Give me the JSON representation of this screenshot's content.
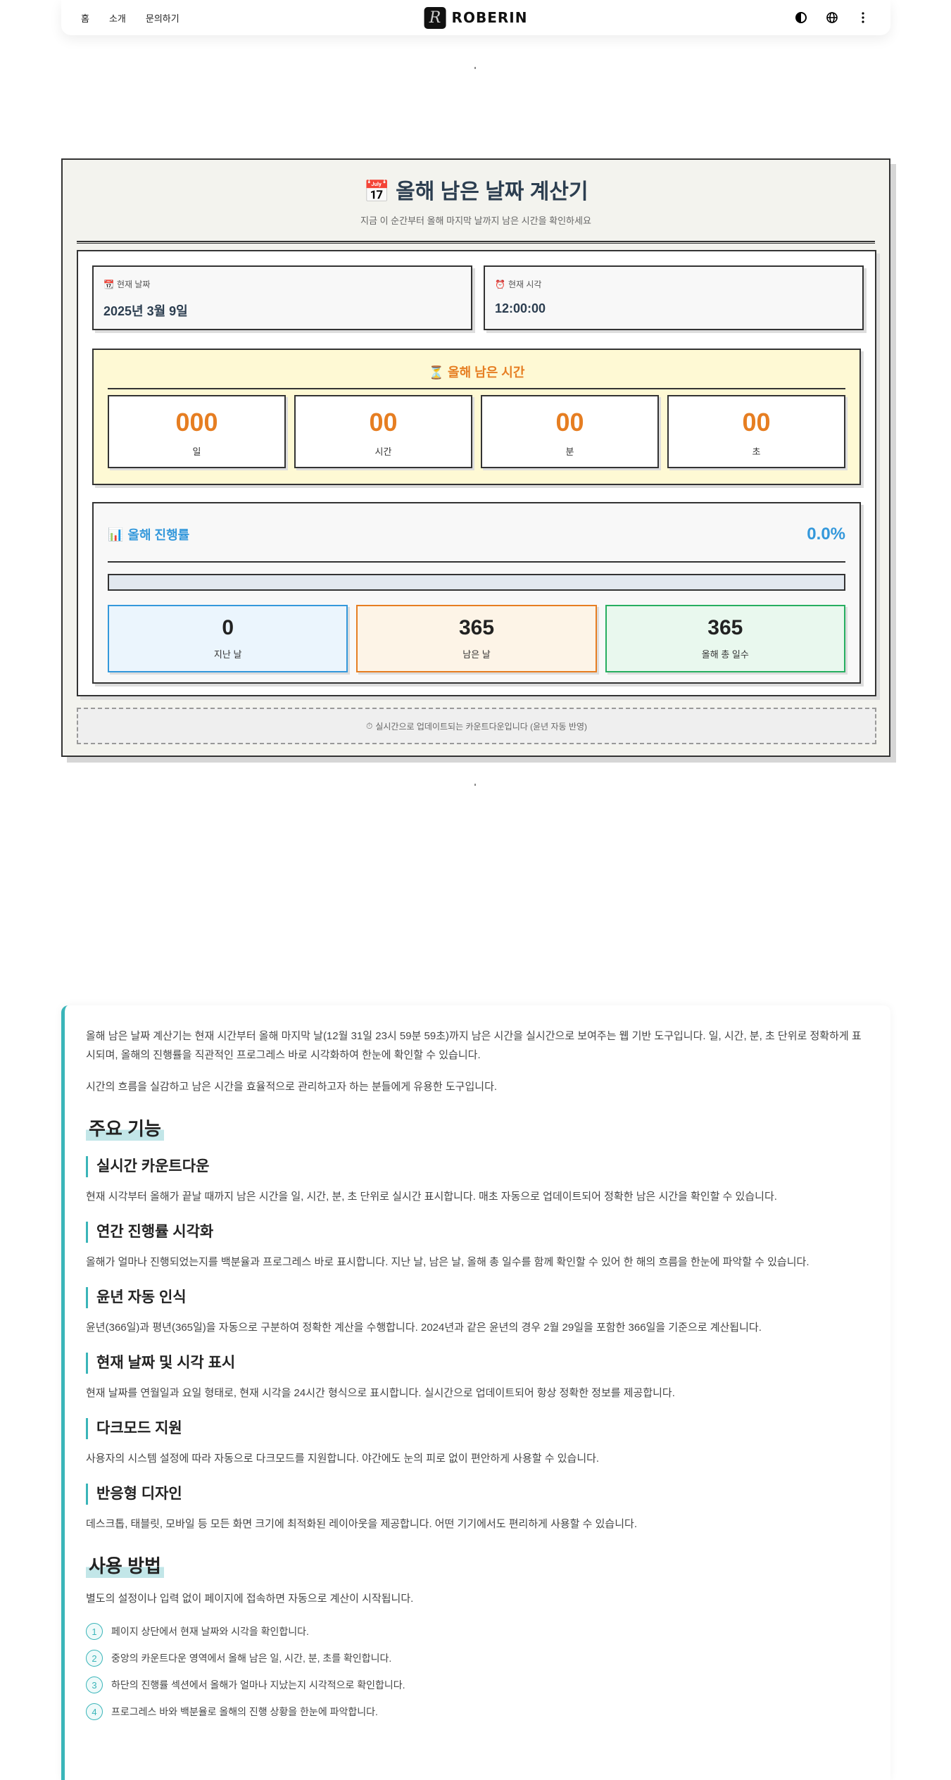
{
  "header": {
    "nav": [
      {
        "label": "홈"
      },
      {
        "label": "소개"
      },
      {
        "label": "문의하기"
      }
    ],
    "logo_mark": "R",
    "logo_text": "ROBERIN",
    "icons": [
      "theme-toggle-icon",
      "globe-icon",
      "more-vertical-icon"
    ]
  },
  "calculator": {
    "title_icon": "📅",
    "title": "올해 남은 날짜 계산기",
    "subtitle": "지금 이 순간부터 올해 마지막 날까지 남은 시간을 확인하세요",
    "current_date": {
      "icon": "📆",
      "label": "현재 날짜",
      "value": "2025년 3월 9일"
    },
    "current_time": {
      "icon": "⏰",
      "label": "현재 시각",
      "value": "12:00:00"
    },
    "remaining": {
      "icon": "⏳",
      "title": "올해 남은 시간",
      "units": [
        {
          "value": "000",
          "label": "일"
        },
        {
          "value": "00",
          "label": "시간"
        },
        {
          "value": "00",
          "label": "분"
        },
        {
          "value": "00",
          "label": "초"
        }
      ]
    },
    "progress": {
      "icon": "📊",
      "title": "올해 진행률",
      "percent": "0.0%",
      "fill_percent": 0,
      "stats": [
        {
          "value": "0",
          "label": "지난 날",
          "color": "#3498db"
        },
        {
          "value": "365",
          "label": "남은 날",
          "color": "#e67e22"
        },
        {
          "value": "365",
          "label": "올해 총 일수",
          "color": "#27ae60"
        }
      ]
    },
    "notice_icon": "⏱",
    "notice": "실시간으로 업데이트되는 카운트다운입니다 (윤년 자동 반영)"
  },
  "article": {
    "intro": [
      "올해 남은 날짜 계산기는 현재 시간부터 올해 마지막 날(12월 31일 23시 59분 59초)까지 남은 시간을 실시간으로 보여주는 웹 기반 도구입니다. 일, 시간, 분, 초 단위로 정확하게 표시되며, 올해의 진행률을 직관적인 프로그레스 바로 시각화하여 한눈에 확인할 수 있습니다.",
      "시간의 흐름을 실감하고 남은 시간을 효율적으로 관리하고자 하는 분들에게 유용한 도구입니다."
    ],
    "features_heading": "주요 기능",
    "features": [
      {
        "title": "실시간 카운트다운",
        "body": "현재 시각부터 올해가 끝날 때까지 남은 시간을 일, 시간, 분, 초 단위로 실시간 표시합니다. 매초 자동으로 업데이트되어 정확한 남은 시간을 확인할 수 있습니다."
      },
      {
        "title": "연간 진행률 시각화",
        "body": "올해가 얼마나 진행되었는지를 백분율과 프로그레스 바로 표시합니다. 지난 날, 남은 날, 올해 총 일수를 함께 확인할 수 있어 한 해의 흐름을 한눈에 파악할 수 있습니다."
      },
      {
        "title": "윤년 자동 인식",
        "body": "윤년(366일)과 평년(365일)을 자동으로 구분하여 정확한 계산을 수행합니다. 2024년과 같은 윤년의 경우 2월 29일을 포함한 366일을 기준으로 계산됩니다."
      },
      {
        "title": "현재 날짜 및 시각 표시",
        "body": "현재 날짜를 연월일과 요일 형태로, 현재 시각을 24시간 형식으로 표시합니다. 실시간으로 업데이트되어 항상 정확한 정보를 제공합니다."
      },
      {
        "title": "다크모드 지원",
        "body": "사용자의 시스템 설정에 따라 자동으로 다크모드를 지원합니다. 야간에도 눈의 피로 없이 편안하게 사용할 수 있습니다."
      },
      {
        "title": "반응형 디자인",
        "body": "데스크톱, 태블릿, 모바일 등 모든 화면 크기에 최적화된 레이아웃을 제공합니다. 어떤 기기에서도 편리하게 사용할 수 있습니다."
      }
    ],
    "usage_heading": "사용 방법",
    "usage_intro": "별도의 설정이나 입력 없이 페이지에 접속하면 자동으로 계산이 시작됩니다.",
    "steps": [
      {
        "num": "1",
        "text": "페이지 상단에서 현재 날짜와 시각을 확인합니다."
      },
      {
        "num": "2",
        "text": "중앙의 카운트다운 영역에서 올해 남은 일, 시간, 분, 초를 확인합니다."
      },
      {
        "num": "3",
        "text": "하단의 진행률 섹션에서 올해가 얼마나 지났는지 시각적으로 확인합니다."
      },
      {
        "num": "4",
        "text": "프로그레스 바와 백분율로 올해의 진행 상황을 한눈에 파악합니다."
      }
    ]
  }
}
